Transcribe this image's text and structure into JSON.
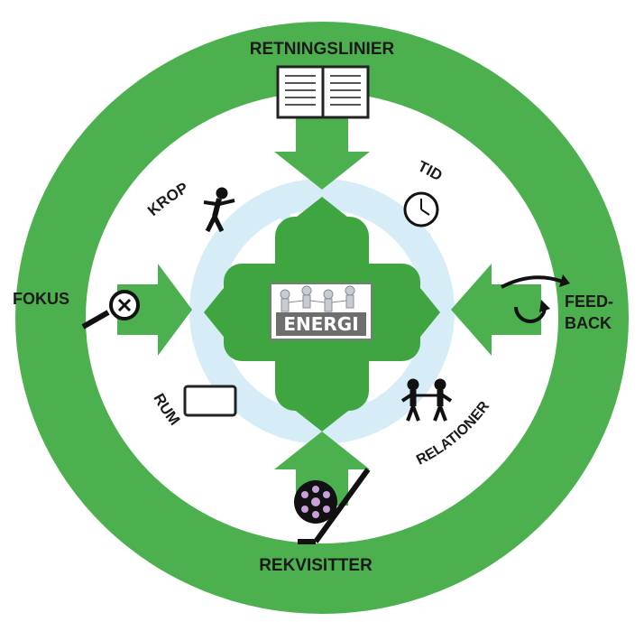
{
  "labels": {
    "top": "RETNINGSLINIER",
    "bottom": "REKVISITTER",
    "left": "FOKUS",
    "right_line1": "FEED-",
    "right_line2": "BACK",
    "upper_left": "KROP",
    "upper_right": "TID",
    "lower_left": "RUM",
    "lower_right": "RELATIONER",
    "center": "ENERGI"
  },
  "icons": {
    "top": "open-book-icon",
    "bottom": "ball-and-stick-icon",
    "left": "magnifying-glass-icon",
    "right": "feedback-loop-icon",
    "upper_left": "person-figure-icon",
    "upper_right": "clock-icon",
    "lower_left": "rectangle-room-icon",
    "lower_right": "two-people-icon",
    "center": "people-chain-icon"
  },
  "colors": {
    "ring_green": "#4db04f",
    "arrow_green": "#4db04f",
    "center_green": "#3ea541",
    "light_blue_cycle": "#d6ecf6",
    "text": "#1a1a1a",
    "background": "#ffffff"
  }
}
